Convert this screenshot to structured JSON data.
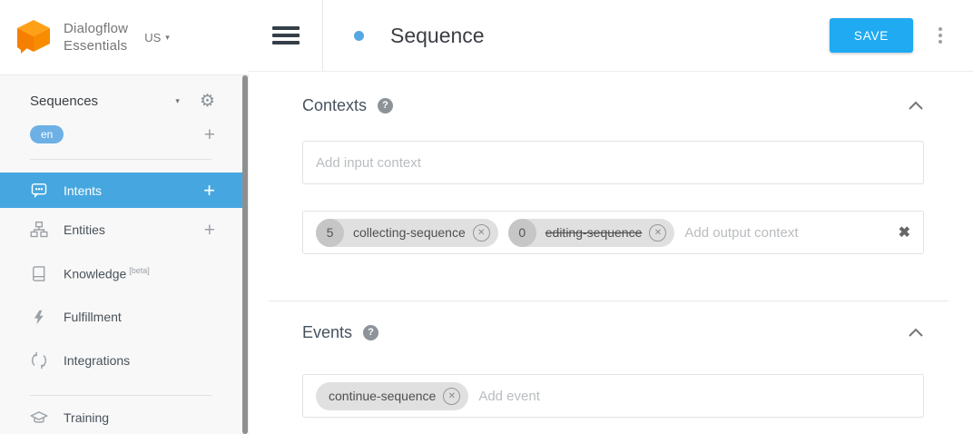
{
  "brand": {
    "line1": "Dialogflow",
    "line2": "Essentials",
    "region": "US"
  },
  "agent_selector": {
    "name": "Sequences",
    "language_badge": "en"
  },
  "sidebar": {
    "items": [
      {
        "label": "Intents",
        "active": true,
        "has_add": true
      },
      {
        "label": "Entities",
        "active": false,
        "has_add": true
      },
      {
        "label": "Knowledge",
        "badge": "[beta]",
        "active": false
      },
      {
        "label": "Fulfillment",
        "active": false
      },
      {
        "label": "Integrations",
        "active": false
      },
      {
        "label": "Training",
        "active": false
      }
    ]
  },
  "header": {
    "title": "Sequence",
    "save_label": "SAVE"
  },
  "contexts": {
    "title": "Contexts",
    "input_placeholder": "Add input context",
    "output_placeholder": "Add output context",
    "output_chips": [
      {
        "lifespan": "5",
        "label": "collecting-sequence",
        "strikethrough": false
      },
      {
        "lifespan": "0",
        "label": "editing-sequence",
        "strikethrough": true
      }
    ]
  },
  "events": {
    "title": "Events",
    "placeholder": "Add event",
    "chips": [
      {
        "label": "continue-sequence"
      }
    ]
  },
  "icons": {
    "remove_chip": "✕",
    "clear_field": "✖",
    "gear": "⚙",
    "caret_down": "▾",
    "add": "+",
    "help": "?"
  },
  "colors": {
    "save_button": "#1FAAF2",
    "active_sidebar_item": "#46A7E0",
    "language_badge": "#6CB0E6",
    "intent_dot": "#57A7E2",
    "brand_orange": "#F6821F"
  }
}
